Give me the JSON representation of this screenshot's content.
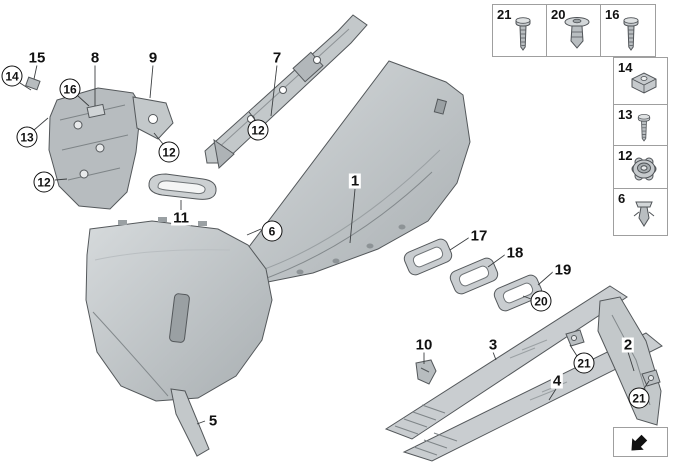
{
  "colors": {
    "background": "#ffffff",
    "part_fill": "#c9cdd0",
    "part_fill_dark": "#9aa0a3",
    "outline": "#54585b",
    "callout_text": "#111111",
    "legend_border": "#9f9f9f",
    "nav_arrow": "#111111"
  },
  "diagram": {
    "description": "exploded rear bumper trim panel parts diagram",
    "callouts": [
      {
        "label": "15",
        "circled": false
      },
      {
        "label": "14",
        "circled": true
      },
      {
        "label": "8",
        "circled": false
      },
      {
        "label": "16",
        "circled": true
      },
      {
        "label": "9",
        "circled": false
      },
      {
        "label": "13",
        "circled": true
      },
      {
        "label": "12",
        "circled": true
      },
      {
        "label": "12",
        "circled": true
      },
      {
        "label": "7",
        "circled": false
      },
      {
        "label": "12",
        "circled": true
      },
      {
        "label": "11",
        "circled": false
      },
      {
        "label": "6",
        "circled": true
      },
      {
        "label": "1",
        "circled": false
      },
      {
        "label": "17",
        "circled": false
      },
      {
        "label": "18",
        "circled": false
      },
      {
        "label": "19",
        "circled": false
      },
      {
        "label": "20",
        "circled": true
      },
      {
        "label": "10",
        "circled": false
      },
      {
        "label": "3",
        "circled": false
      },
      {
        "label": "2",
        "circled": false
      },
      {
        "label": "21",
        "circled": true
      },
      {
        "label": "4",
        "circled": false
      },
      {
        "label": "21",
        "circled": true
      },
      {
        "label": "5",
        "circled": false
      }
    ]
  },
  "legend": {
    "top_row": [
      {
        "label": "21",
        "icon": "torx-screw-icon"
      },
      {
        "label": "20",
        "icon": "expansion-rivet-icon"
      },
      {
        "label": "16",
        "icon": "screw-icon"
      }
    ],
    "right_column": [
      {
        "label": "14",
        "icon": "cage-clip-icon"
      },
      {
        "label": "13",
        "icon": "screw-washer-icon"
      },
      {
        "label": "12",
        "icon": "flange-nut-icon"
      },
      {
        "label": "6",
        "icon": "expansion-clip-icon"
      }
    ]
  },
  "nav": {
    "icon": "previous-diagram-arrow-icon"
  }
}
